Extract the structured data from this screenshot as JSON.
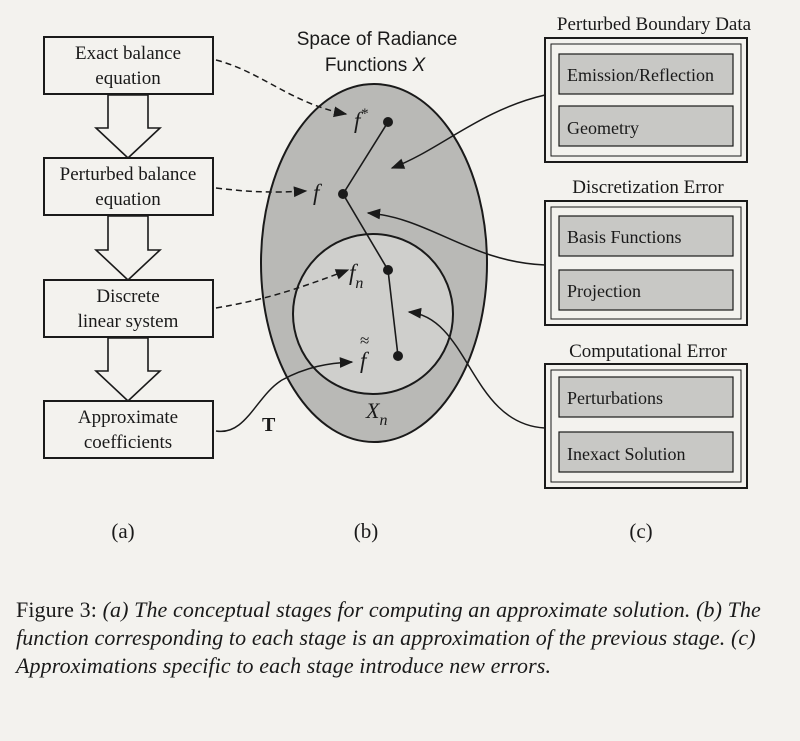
{
  "stages": [
    {
      "line1": "Exact balance",
      "line2": "equation"
    },
    {
      "line1": "Perturbed balance",
      "line2": "equation"
    },
    {
      "line1": "Discrete",
      "line2": "linear system"
    },
    {
      "line1": "Approximate",
      "line2": "coefficients"
    }
  ],
  "transform_label": "T",
  "space_title": {
    "line1": "Space of Radiance",
    "line2": "Functions",
    "symbol": "X"
  },
  "points": {
    "f_star": {
      "base": "f",
      "sup": "*"
    },
    "f": {
      "base": "f"
    },
    "f_n": {
      "base": "f",
      "sub": "n"
    },
    "f_tilde": {
      "base": "f",
      "accent": "≈"
    }
  },
  "subspace_label": {
    "base": "X",
    "sub": "n"
  },
  "error_groups": [
    {
      "title": "Perturbed Boundary Data",
      "items": [
        "Emission/Reflection",
        "Geometry"
      ]
    },
    {
      "title": "Discretization Error",
      "items": [
        "Basis Functions",
        "Projection"
      ]
    },
    {
      "title": "Computational Error",
      "items": [
        "Perturbations",
        "Inexact Solution"
      ]
    }
  ],
  "panel_labels": [
    "(a)",
    "(b)",
    "(c)"
  ],
  "caption": {
    "lead": "Figure 3:",
    "text": "(a) The conceptual stages for computing an approximate solution. (b) The function corresponding to each stage is an approximation of the previous stage. (c) Approximations specific to each stage introduce new errors."
  },
  "colors": {
    "ellipse_fill": "#b9b9b6",
    "inner_fill": "#cfcfcc",
    "box_fill": "#c8c8c5",
    "page": "#f3f2ee"
  }
}
